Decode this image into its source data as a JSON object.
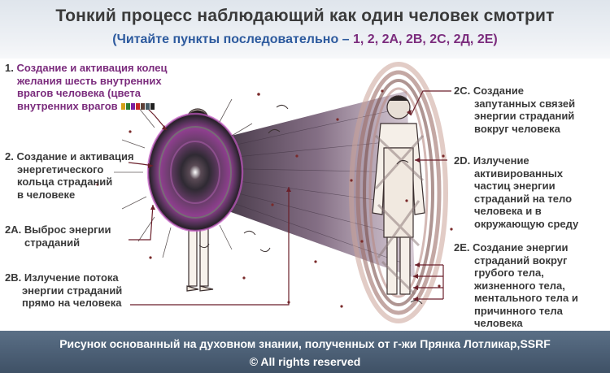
{
  "header": {
    "title": "Тонкий процесс наблюдающий как один человек смотрит",
    "subtitle_prefix": "(Читайте пункты последовательно –",
    "subtitle_steps": "1, 2, 2А, 2В, 2С, 2Д, 2Е)"
  },
  "labels": {
    "step1_num": "1.",
    "step1_text_a": "Создание и активация колец",
    "step1_text_b": "желания шесть внутренних",
    "step1_text_c": "врагов человека (цвета",
    "step1_text_d": "внутренних врагов",
    "step2_num": "2.",
    "step2_text_a": "Создание и активация",
    "step2_text_b": "энергетического",
    "step2_text_c": "кольца страданий",
    "step2_text_d": "в человеке",
    "step2a_num": "2A.",
    "step2a_text_a": "Выброс энергии",
    "step2a_text_b": "страданий",
    "step2b_num": "2B.",
    "step2b_text_a": "Излучение потока",
    "step2b_text_b": "энергии страданий",
    "step2b_text_c": "прямо на человека",
    "step2c_num": "2C.",
    "step2c_text_a": "Создание",
    "step2c_text_b": "запутанных связей",
    "step2c_text_c": "энергии страданий",
    "step2c_text_d": "вокруг человека",
    "step2d_num": "2D.",
    "step2d_text_a": "Излучение",
    "step2d_text_b": "активированных",
    "step2d_text_c": "частиц энергии",
    "step2d_text_d": "страданий на тело",
    "step2d_text_e": "человека и в",
    "step2d_text_f": "окружающую среду",
    "step2e_num": "2E.",
    "step2e_text_a": "Создание энергии",
    "step2e_text_b": "страданий вокруг",
    "step2e_text_c": "грубого тела,",
    "step2e_text_d": "жизненного тела,",
    "step2e_text_e": "ментального тела и",
    "step2e_text_f": "причинного тела",
    "step2e_text_g": "человека"
  },
  "enemy_colors": [
    "#d4a017",
    "#2e7d32",
    "#7b1fa2",
    "#c62828",
    "#5d4037",
    "#455a64",
    "#212121"
  ],
  "footer": {
    "credit": "Рисунок основанный на духовном знании, полученных от г-жи Прянка Лотликар,SSRF",
    "rights": "© All rights reserved"
  }
}
